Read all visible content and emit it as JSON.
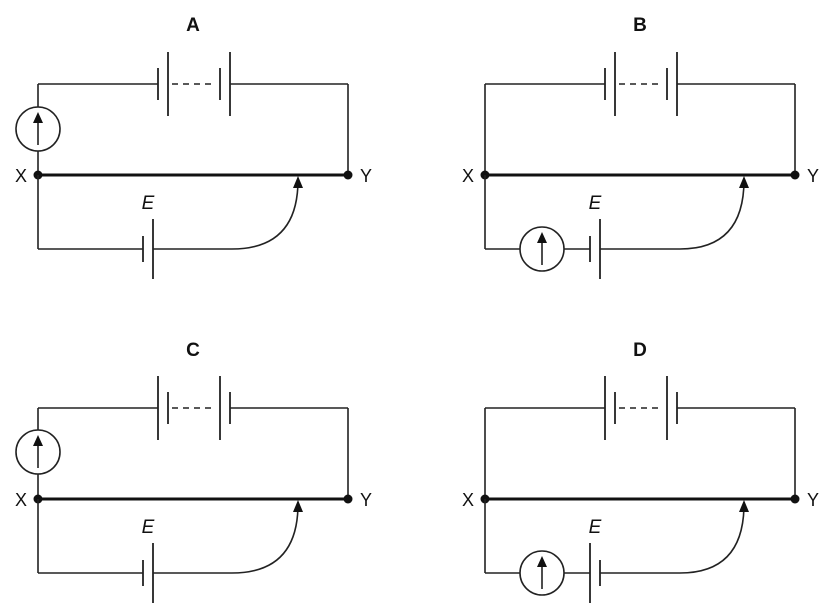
{
  "circuits": [
    {
      "title": "A",
      "terminal_left": "X",
      "terminal_right": "Y",
      "emf_label": "E",
      "galvanometer_position": "main"
    },
    {
      "title": "B",
      "terminal_left": "X",
      "terminal_right": "Y",
      "emf_label": "E",
      "galvanometer_position": "cell"
    },
    {
      "title": "C",
      "terminal_left": "X",
      "terminal_right": "Y",
      "emf_label": "E",
      "galvanometer_position": "main"
    },
    {
      "title": "D",
      "terminal_left": "X",
      "terminal_right": "Y",
      "emf_label": "E",
      "galvanometer_position": "cell"
    }
  ],
  "icons": {
    "galvanometer": "galvanometer-icon",
    "battery": "battery-icon",
    "cell": "cell-icon"
  }
}
